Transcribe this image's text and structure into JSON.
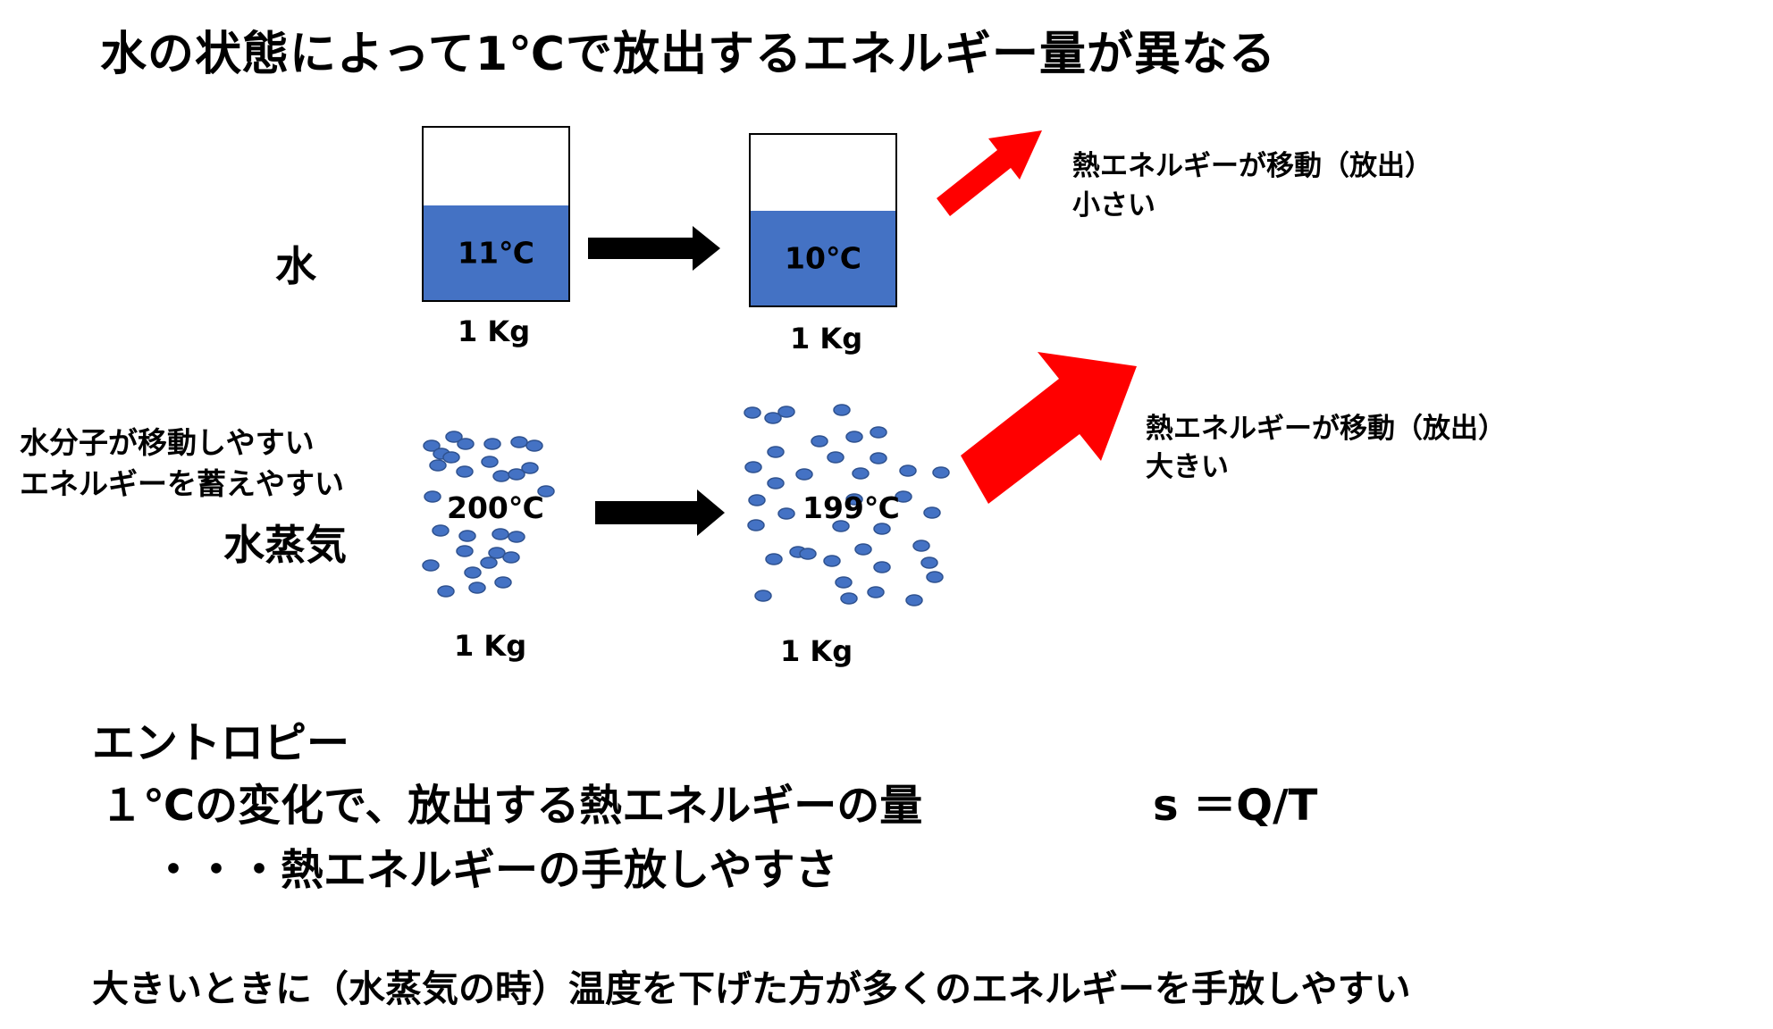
{
  "title": "水の状態によって1℃で放出するエネルギー量が異なる",
  "water": {
    "label": "水",
    "before_temp": "11℃",
    "after_temp": "10℃",
    "before_mass": "1 Kg",
    "after_mass": "1 Kg",
    "release_line1": "熱エネルギーが移動（放出）",
    "release_line2": "小さい"
  },
  "steam": {
    "label": "水蒸気",
    "note_line1": "水分子が移動しやすい",
    "note_line2": "エネルギーを蓄えやすい",
    "before_temp": "200℃",
    "after_temp": "199℃",
    "before_mass": "1 Kg",
    "after_mass": "1 Kg",
    "release_line1": "熱エネルギーが移動（放出）",
    "release_line2": "大きい"
  },
  "entropy": {
    "heading": "エントロピー",
    "definition": "１℃の変化で、放出する熱エネルギーの量",
    "formula": "s ＝Q/T",
    "explanation": "・・・熱エネルギーの手放しやすさ"
  },
  "conclusion": "大きいときに（水蒸気の時）温度を下げた方が多くのエネルギーを手放しやすい",
  "colors": {
    "water_fill": "#4472c4",
    "molecule": "#4472c4",
    "release_arrow": "#ff0000",
    "process_arrow": "#000000"
  }
}
